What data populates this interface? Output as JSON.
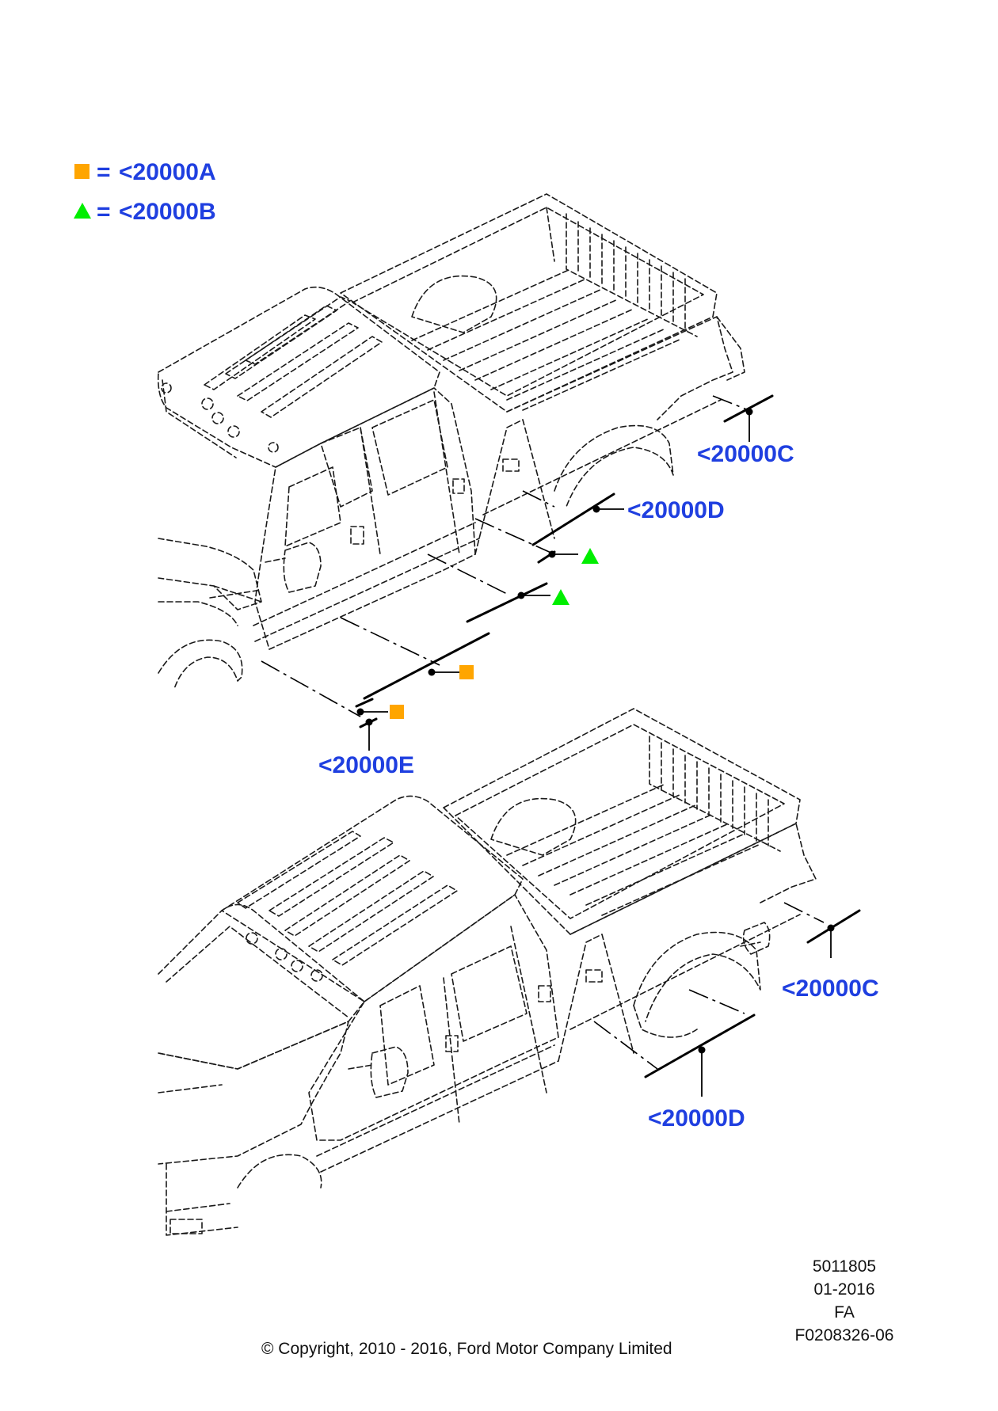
{
  "colors": {
    "accent_text": "#1f3fe0",
    "marker_a": "#ffa500",
    "marker_b": "#00ee00"
  },
  "legend": [
    {
      "icon": "orange-square-icon",
      "equals": "=",
      "label": "<20000A"
    },
    {
      "icon": "green-triangle-icon",
      "equals": "=",
      "label": "<20000B"
    }
  ],
  "callouts": {
    "top_c": "<20000C",
    "top_d": "<20000D",
    "top_e": "<20000E",
    "bottom_c": "<20000C",
    "bottom_d": "<20000D"
  },
  "footer": {
    "number": "5011805",
    "date": "01-2016",
    "code": "FA",
    "figure_id": "F0208326-06",
    "copyright": "© Copyright, 2010 - 2016, Ford Motor Company Limited"
  }
}
